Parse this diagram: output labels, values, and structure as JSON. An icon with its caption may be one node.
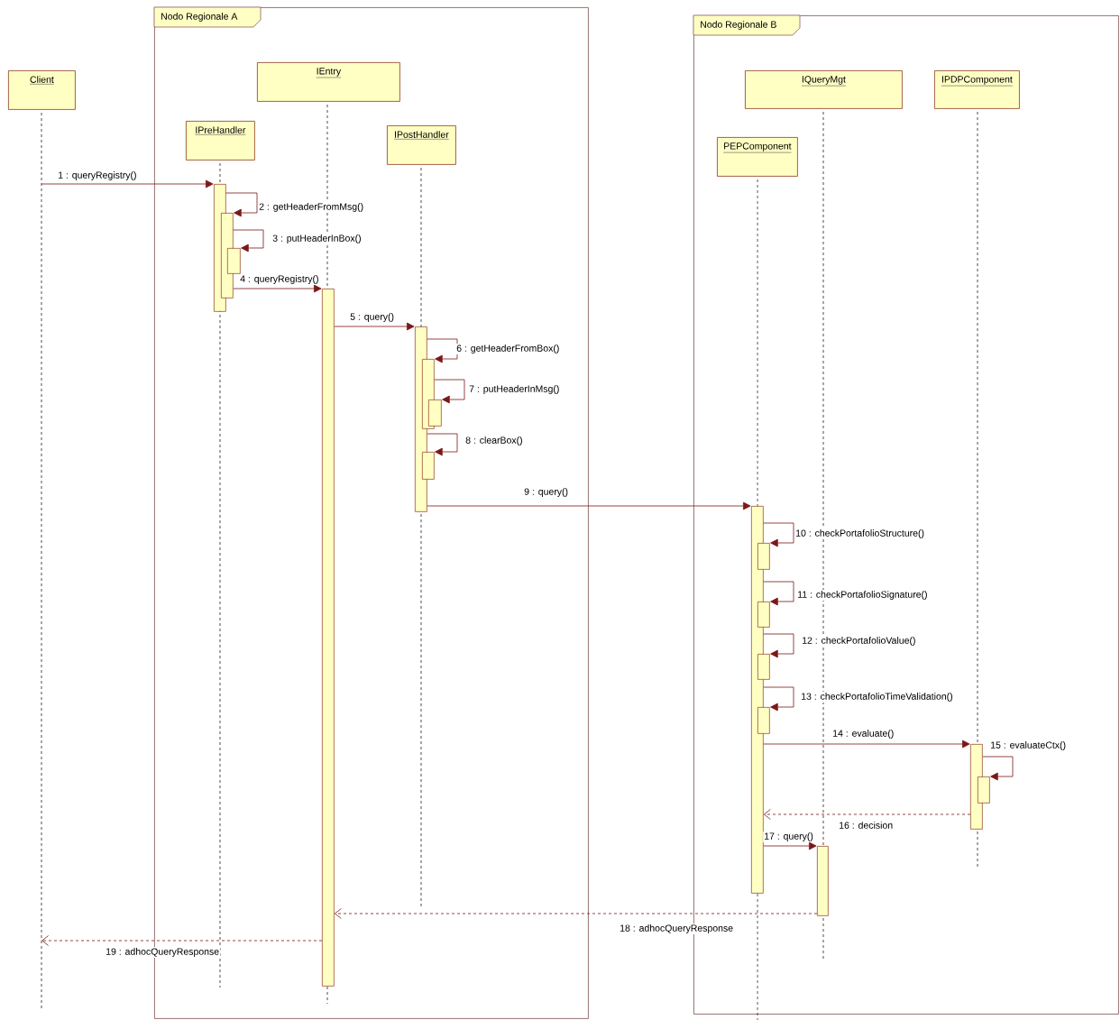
{
  "diagram": {
    "nodes": [
      {
        "text": [
          "Nodo Regionale A"
        ]
      },
      {
        "text": [
          "Nodo Regionale B"
        ]
      },
      {
        "text": [
          "Client"
        ]
      },
      {
        "text": [
          "IEntry"
        ],
        "in": 0
      },
      {
        "text": [
          "IPreHandler"
        ],
        "in": 0
      },
      {
        "text": [
          "IPostHandler"
        ],
        "in": 0
      },
      {
        "text": [
          "IQueryMgt"
        ],
        "in": 1
      },
      {
        "text": [
          "IPDPComponent"
        ],
        "in": 1
      },
      {
        "text": [
          "PEPComponent"
        ],
        "in": 1
      },
      {
        "text": [],
        "shape": "bar",
        "in": 0
      },
      {
        "text": [],
        "shape": "bar",
        "in": 0
      },
      {
        "text": [],
        "shape": "bar",
        "in": 0
      },
      {
        "text": [],
        "shape": "bar",
        "in": 0
      },
      {
        "text": [],
        "shape": "bar",
        "in": 0
      },
      {
        "text": [],
        "shape": "bar",
        "in": 0
      },
      {
        "text": [],
        "shape": "bar",
        "in": 0
      },
      {
        "text": [],
        "shape": "bar",
        "in": 0
      },
      {
        "text": [],
        "shape": "bar",
        "in": 1
      },
      {
        "text": [],
        "shape": "bar",
        "in": 1
      },
      {
        "text": [],
        "shape": "bar",
        "in": 1
      },
      {
        "text": [],
        "shape": "bar",
        "in": 1
      },
      {
        "text": [],
        "shape": "bar",
        "in": 1
      },
      {
        "text": [],
        "shape": "bar",
        "in": 1
      },
      {
        "text": [],
        "shape": "bar",
        "in": 1
      },
      {
        "text": [],
        "shape": "bar",
        "in": 1
      }
    ],
    "edges": [
      {
        "from": null,
        "to": 9,
        "arrow": "to",
        "label": "1 : queryRegistry()"
      },
      {
        "from": 9,
        "to": 10,
        "arrow": "to",
        "label": "2 : getHeaderFromMsg()"
      },
      {
        "from": 10,
        "to": 11,
        "arrow": "to",
        "label": "3 : putHeaderInBox()"
      },
      {
        "from": 10,
        "to": 12,
        "arrow": "to",
        "label": "4 : queryRegistry()"
      },
      {
        "from": 12,
        "to": 13,
        "arrow": "to",
        "label": "5 : query()"
      },
      {
        "from": 13,
        "to": 14,
        "arrow": "to",
        "label": "6 : getHeaderFromBox()"
      },
      {
        "from": 14,
        "to": 15,
        "arrow": "to",
        "label": "7 : putHeaderInMsg()"
      },
      {
        "from": 13,
        "to": 16,
        "arrow": "to",
        "label": "8 : clearBox()"
      },
      {
        "from": 13,
        "to": 17,
        "arrow": "to",
        "label": "9 : query()"
      },
      {
        "from": 17,
        "to": 18,
        "arrow": "to",
        "label": "10 : checkPortafolioStructure()"
      },
      {
        "from": 17,
        "to": 19,
        "arrow": "to",
        "label": "11 : checkPortafolioSignature()"
      },
      {
        "from": 17,
        "to": 20,
        "arrow": "to",
        "label": "12 : checkPortafolioValue()"
      },
      {
        "from": 17,
        "to": 21,
        "arrow": "to",
        "label": "13 : checkPortafolioTimeValidation()"
      },
      {
        "from": 17,
        "to": 23,
        "arrow": "to",
        "label": "14 : evaluate()"
      },
      {
        "from": 23,
        "to": 24,
        "arrow": "to",
        "label": "15 : evaluateCtx()"
      },
      {
        "from": 23,
        "to": 17,
        "arrow": "to",
        "label": "16 : decision",
        "style": "dashed"
      },
      {
        "from": 17,
        "to": 22,
        "arrow": "to",
        "label": "17 : query()"
      },
      {
        "from": 22,
        "to": 12,
        "arrow": "to",
        "label": "18 : adhocQueryResponse",
        "style": "dashed"
      },
      {
        "from": 12,
        "to": null,
        "arrow": "to",
        "label": "19 : adhocQueryResponse",
        "style": "dashed"
      }
    ]
  }
}
